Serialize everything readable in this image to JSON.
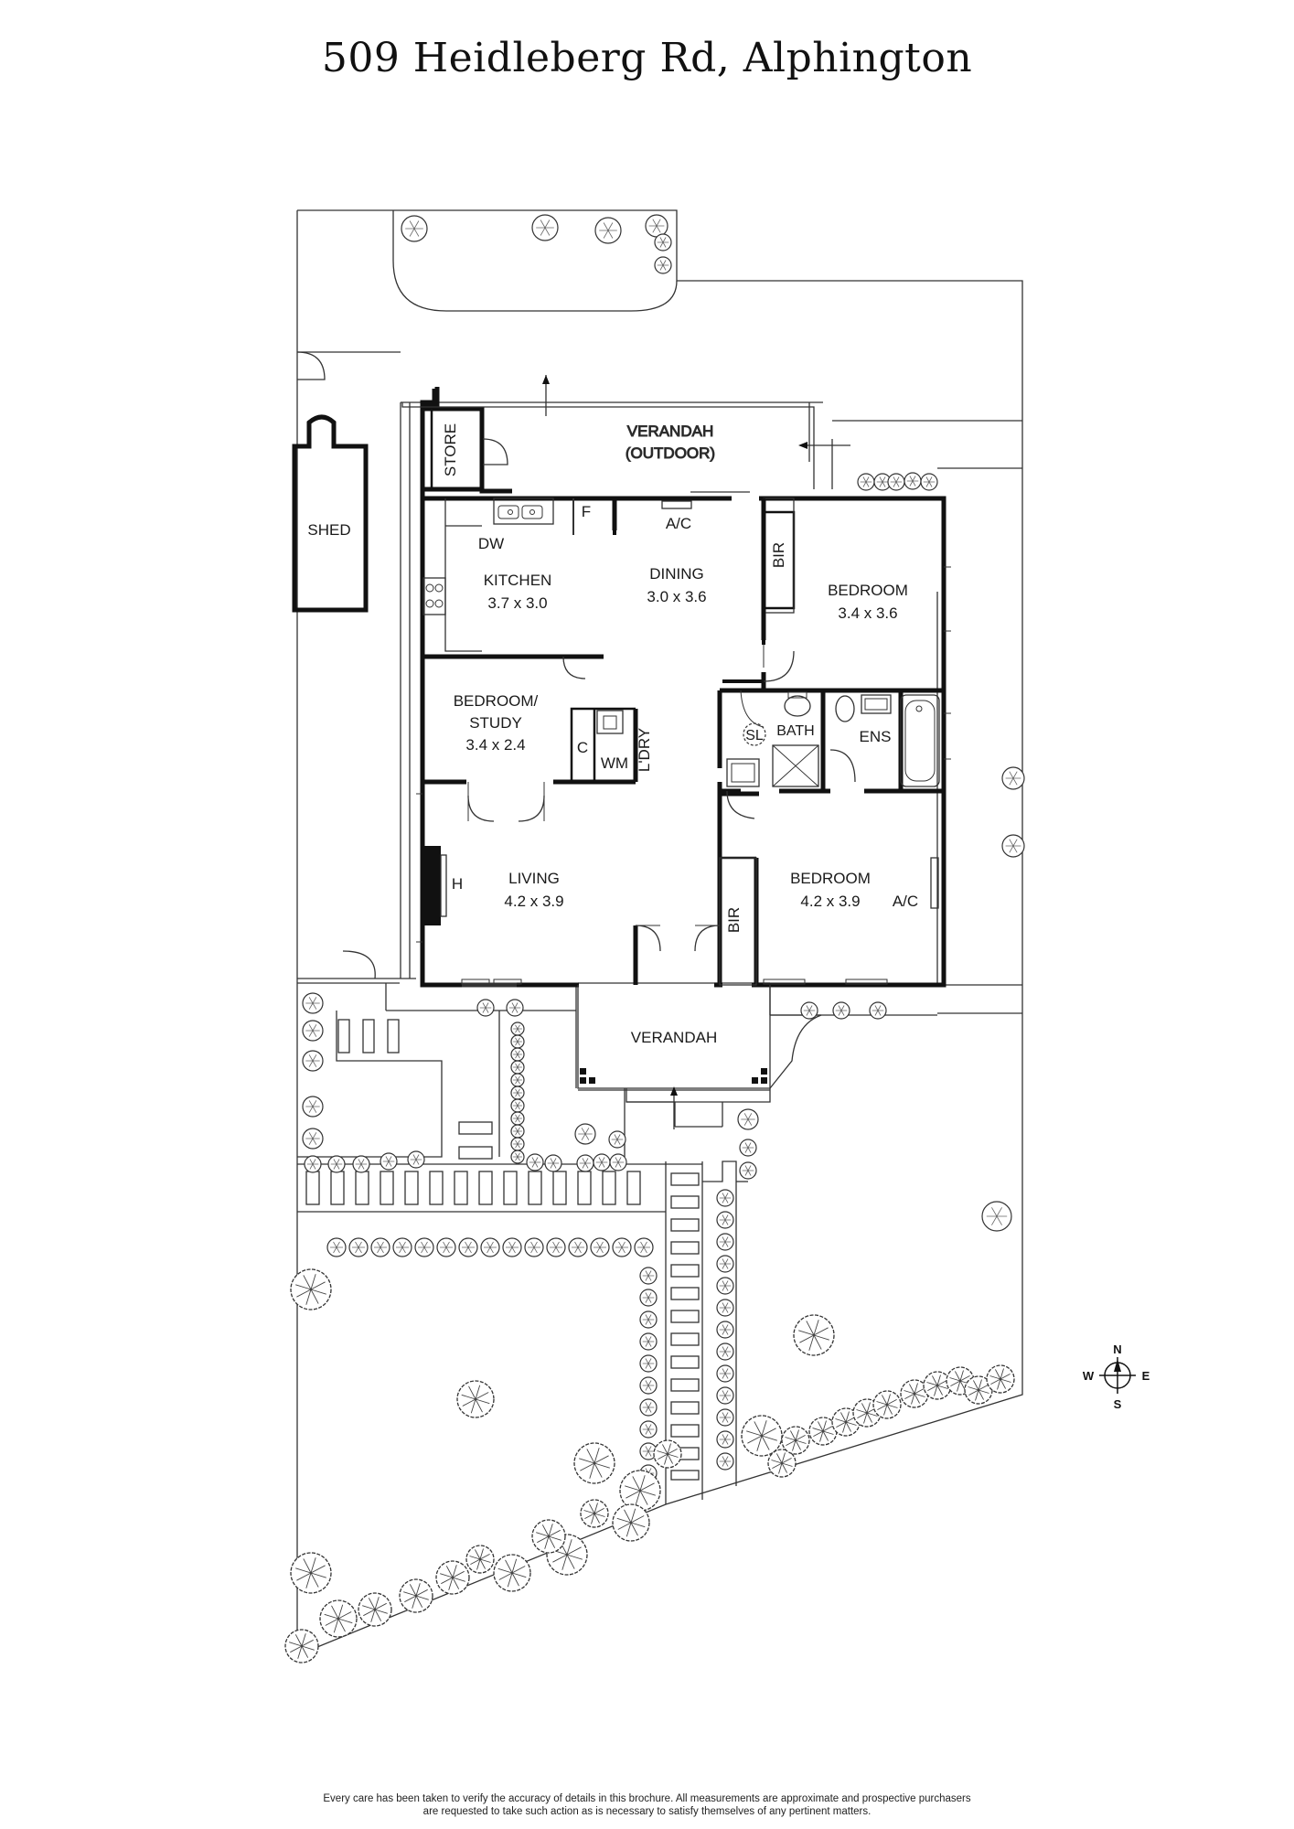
{
  "title": "509 Heidleberg Rd, Alphington",
  "rooms": {
    "verandah_outdoor": [
      "VERANDAH",
      "(OUTDOOR)"
    ],
    "store": "STORE",
    "shed": "SHED",
    "kitchen": {
      "name": "KITCHEN",
      "size": "3.7 x 3.0"
    },
    "dining": {
      "name": "DINING",
      "size": "3.0 x 3.6"
    },
    "bedroom_ne": {
      "name": "BEDROOM",
      "size": "3.4 x 3.6"
    },
    "bedroom_study": {
      "name": [
        "BEDROOM/",
        "STUDY"
      ],
      "size": "3.4 x 2.4"
    },
    "bath": "BATH",
    "ens": "ENS",
    "living": {
      "name": "LIVING",
      "size": "4.2 x 3.9"
    },
    "bedroom_se": {
      "name": "BEDROOM",
      "size": "4.2 x 3.9"
    },
    "verandah_front": "VERANDAH"
  },
  "fixtures": {
    "dw": "DW",
    "f": "F",
    "ac_dining": "A/C",
    "ac_bedroom": "A/C",
    "bir_ne": "BIR",
    "bir_se": "BIR",
    "c": "C",
    "wm": "WM",
    "ldry": "L'DRY",
    "sl": "SL",
    "h": "H"
  },
  "compass": {
    "n": "N",
    "s": "S",
    "e": "E",
    "w": "W"
  },
  "disclaimer": [
    "Every care has been taken to verify the accuracy of details in this brochure. All measurements are approximate and prospective purchasers",
    "are requested to take such action as is necessary to satisfy themselves of any pertinent matters."
  ]
}
